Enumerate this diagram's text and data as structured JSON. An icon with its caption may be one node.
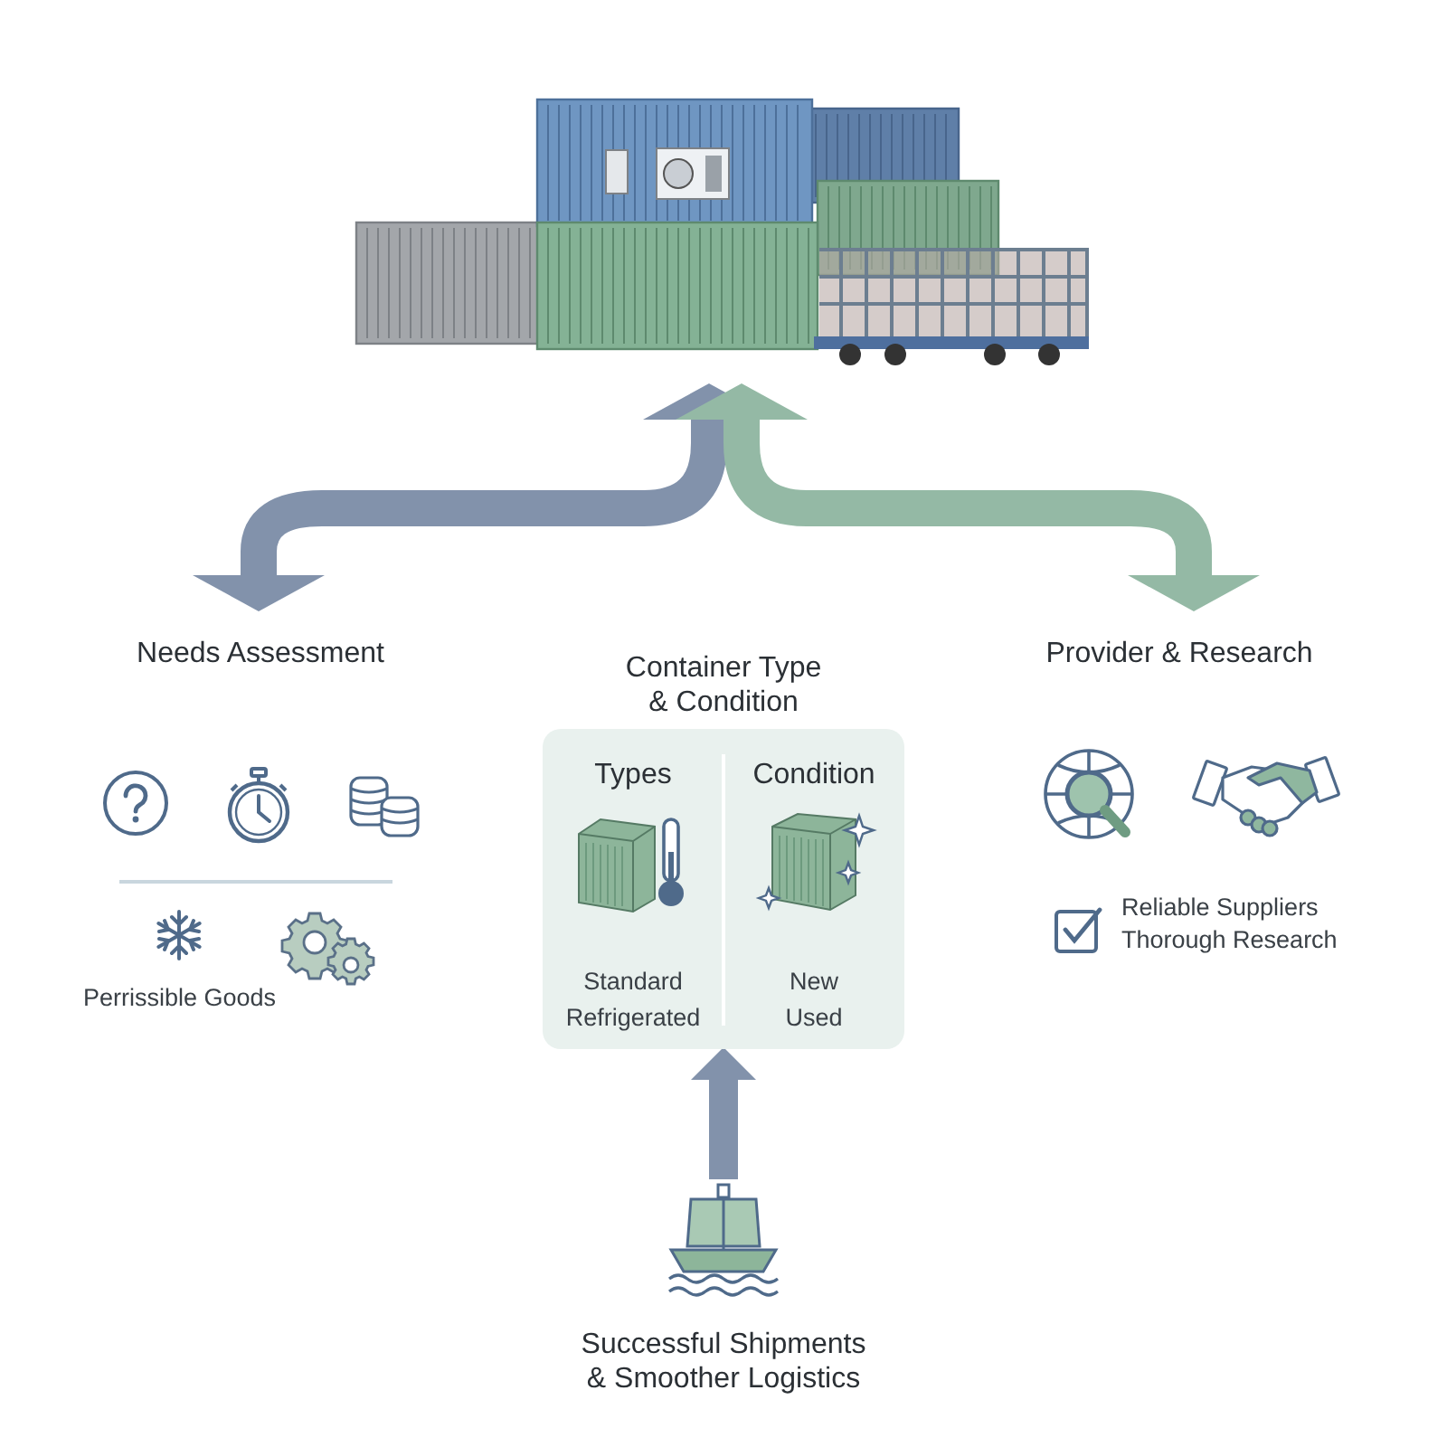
{
  "diagram": {
    "nodes": [
      {
        "text": [],
        "shape": "picture"
      },
      {
        "text": [
          "Needs Assessment"
        ]
      },
      {
        "text": [
          "Container Type & Condition",
          "Types",
          "Standard",
          "Refrigerated",
          "Condition",
          "New",
          "Used"
        ]
      },
      {
        "text": [
          "Provider & Research"
        ]
      },
      {
        "text": [
          "Successful Shipments & Smoother Logistics"
        ]
      }
    ],
    "edges": [
      {
        "from": 0,
        "to": 1,
        "arrow": "both"
      },
      {
        "from": 0,
        "to": 3,
        "arrow": "both",
        "color": "#94b9a5"
      },
      {
        "from": 4,
        "to": 2,
        "arrow": "to"
      }
    ],
    "labels": [
      "Perrissible Goods",
      "Reliable Suppliers",
      "Thorough Research"
    ]
  }
}
